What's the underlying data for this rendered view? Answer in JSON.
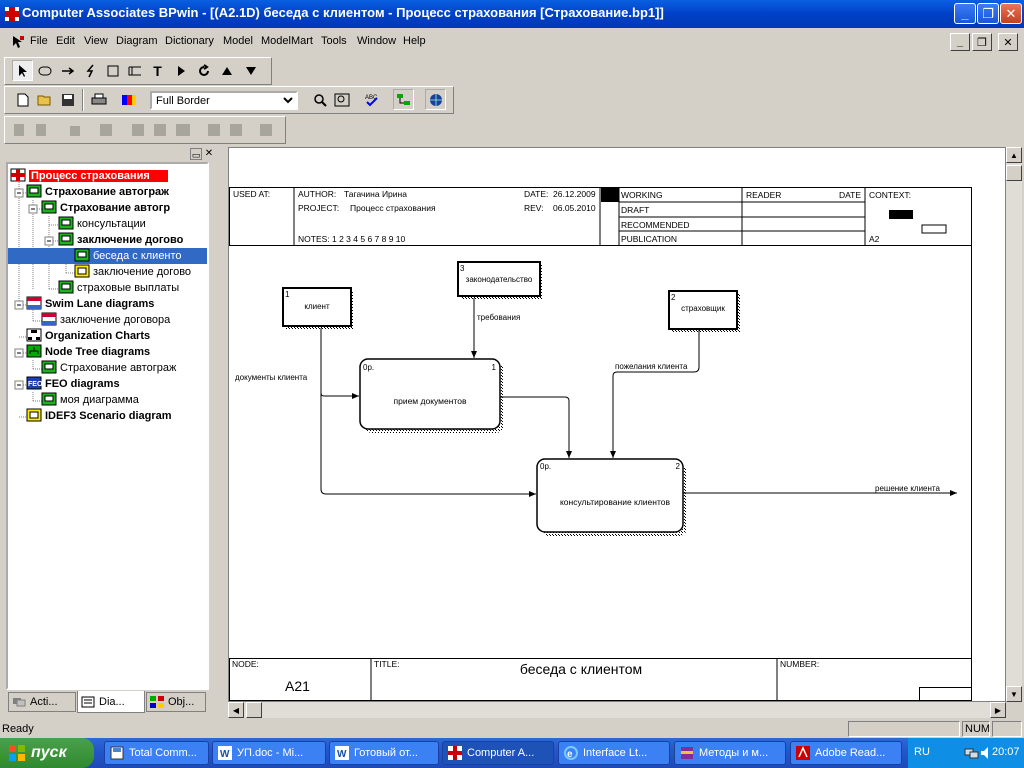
{
  "window": {
    "title": "Computer Associates BPwin - [(A2.1D) беседа с клиентом   - Процесс страхования  [Страхование.bp1]]",
    "minimize_glyph": "_",
    "maximize_glyph": "❐",
    "close_glyph": "✕"
  },
  "menu": [
    "File",
    "Edit",
    "View",
    "Diagram",
    "Dictionary",
    "Model",
    "ModelMart",
    "Tools",
    "Window",
    "Help"
  ],
  "mdi": {
    "minimize": "_",
    "restore": "❐",
    "close": "✕"
  },
  "toolbar": {
    "border_style": "Full Border",
    "drawing_tools": [
      "pointer-tool",
      "activity-box-tool",
      "arrow-tool",
      "squiggle-tool",
      "box-tool",
      "off-page-reference-tool",
      "text-tool",
      "go-to-sub-diagram-tool",
      "refresh-tool",
      "go-to-parent-tool",
      "go-down-tool"
    ]
  },
  "tree": {
    "root": "Процесс страхования",
    "items": [
      {
        "label": "Страхование автограж",
        "bold": true,
        "level": 1
      },
      {
        "label": "Страхование автогр",
        "bold": true,
        "level": 2
      },
      {
        "label": "консультации",
        "bold": false,
        "level": 3
      },
      {
        "label": "заключение догово",
        "bold": true,
        "level": 3
      },
      {
        "label": "беседа с клиенто",
        "bold": false,
        "level": 4,
        "selected": true
      },
      {
        "label": "заключение догово",
        "bold": false,
        "level": 4
      },
      {
        "label": "страховые выплаты",
        "bold": false,
        "level": 3
      },
      {
        "label": "Swim Lane diagrams",
        "bold": true,
        "level": 1
      },
      {
        "label": "заключение договора",
        "bold": false,
        "level": 2
      },
      {
        "label": "Organization Charts",
        "bold": true,
        "level": 1
      },
      {
        "label": "Node Tree diagrams",
        "bold": true,
        "level": 1
      },
      {
        "label": "Страхование автограж",
        "bold": false,
        "level": 2
      },
      {
        "label": "FEO diagrams",
        "bold": true,
        "level": 1
      },
      {
        "label": "моя диаграмма",
        "bold": false,
        "level": 2
      },
      {
        "label": "IDEF3 Scenario diagram",
        "bold": true,
        "level": 1
      }
    ]
  },
  "tabs": [
    "Acti...",
    "Dia...",
    "Obj..."
  ],
  "diagram": {
    "header": {
      "used_at": "USED AT:",
      "author_label": "AUTHOR:",
      "author": "Тагачина Ирина",
      "project_label": "PROJECT:",
      "project": "Процесс страхования",
      "date_label": "DATE:",
      "date": "26.12.2009",
      "rev_label": "REV:",
      "rev": "06.05.2010",
      "notes": "NOTES:  1  2  3  4  5  6  7  8  9  10",
      "status": [
        "WORKING",
        "DRAFT",
        "RECOMMENDED",
        "PUBLICATION"
      ],
      "reader": "READER",
      "date_col": "DATE",
      "context": "CONTEXT:",
      "context_node": "A2"
    },
    "boxes": [
      {
        "num": "1",
        "code": "0р.",
        "label": "прием документов"
      },
      {
        "num": "2",
        "code": "0р.",
        "label": "консультирование клиентов"
      }
    ],
    "externals": [
      {
        "num": "1",
        "label": "клиент"
      },
      {
        "num": "3",
        "label": "законодательство"
      },
      {
        "num": "2",
        "label": "страховщик"
      }
    ],
    "arrows": [
      "документы клиента",
      "требования",
      "пожелания клиента",
      "решение клиента"
    ],
    "footer": {
      "node_label": "NODE:",
      "node": "A21",
      "title_label": "TITLE:",
      "title": "беседа с клиентом",
      "number_label": "NUMBER:"
    }
  },
  "status": {
    "text": "Ready",
    "num": "NUM"
  },
  "taskbar": {
    "start": "пуск",
    "tasks": [
      "Total Comm...",
      "УП.doc - Mi...",
      "Готовый от...",
      "Computer A...",
      "Interface Lt...",
      "Методы и м...",
      "Adobe Read..."
    ],
    "lang": "RU",
    "clock": "20:07"
  }
}
